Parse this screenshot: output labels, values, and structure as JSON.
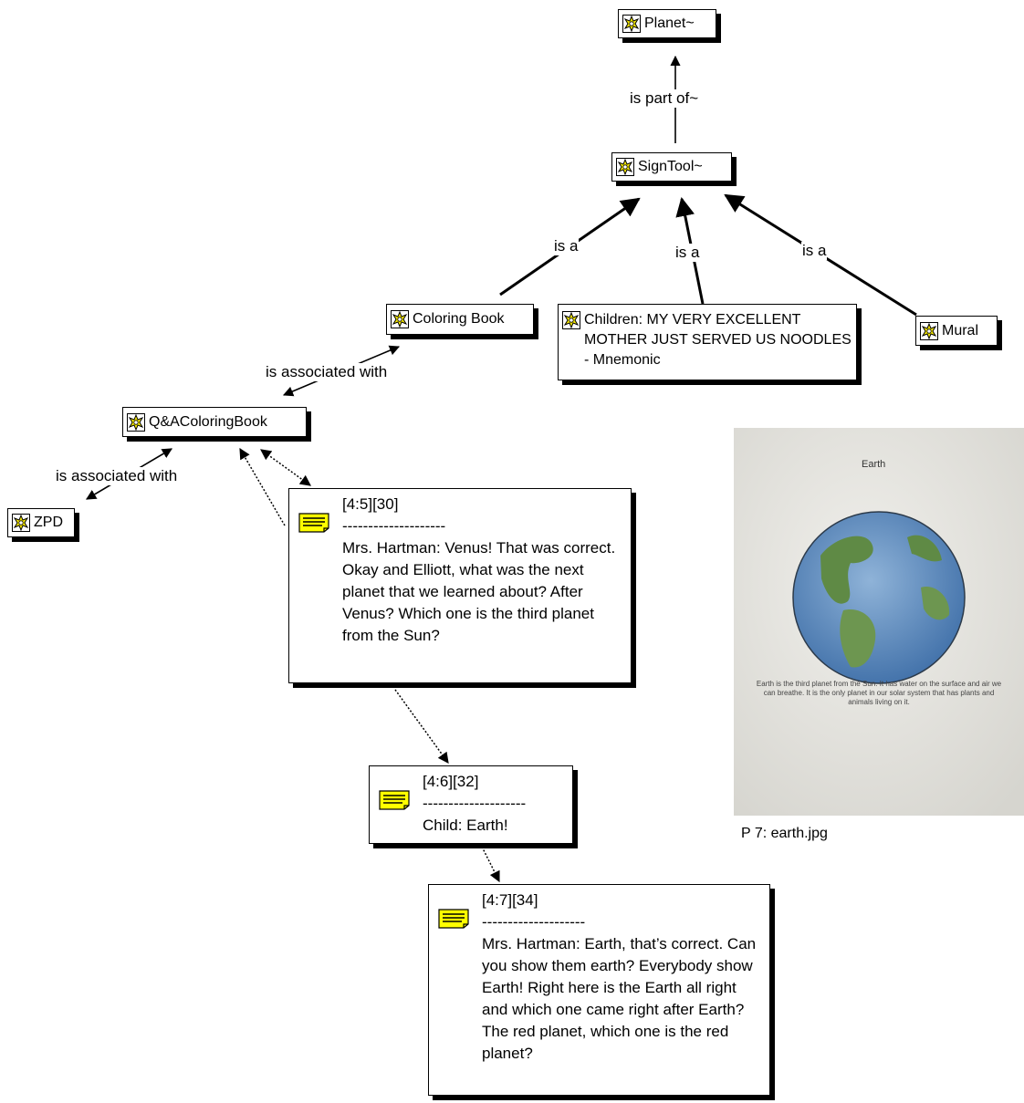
{
  "nodes": {
    "planet": "Planet~",
    "signtool": "SignTool~",
    "coloring_book": "Coloring Book",
    "children_mnemonic": "Children:  MY VERY EXCELLENT MOTHER JUST SERVED US NOODLES - Mnemonic",
    "mural": "Mural",
    "qa_coloring_book": "Q&AColoringBook",
    "zpd": "ZPD"
  },
  "link_labels": {
    "part_of": "is part of~",
    "is_a_1": "is a",
    "is_a_2": "is a",
    "is_a_3": "is a",
    "assoc_1": "is associated with",
    "assoc_2": "is associated with"
  },
  "memos": {
    "memo_1": {
      "ref": "[4:5][30]",
      "sep": "--------------------",
      "body": "Mrs. Hartman:  Venus!  That was correct.  Okay and Elliott, what was the next planet that we learned about?  After Venus?  Which one is the third planet from the Sun?"
    },
    "memo_2": {
      "ref": "[4:6][32]",
      "sep": "--------------------",
      "body": "Child:  Earth!"
    },
    "memo_3": {
      "ref": "[4:7][34]",
      "sep": "--------------------",
      "body": "Mrs. Hartman:  Earth, that’s correct.  Can you show them earth?  Everybody show Earth!  Right here is the Earth all right and which one came right after Earth?  The red planet, which one is the red planet?"
    }
  },
  "photo": {
    "caption": "P 7: earth.jpg",
    "title": "Earth",
    "text": "Earth is the third planet from the Sun. It has water on the surface and air we can breathe. It is the only planet in our solar system that has plants and animals living on it."
  },
  "colors": {
    "code_icon": "#f2e600",
    "memo_icon": "#ffff00",
    "shadow": "#000000",
    "ocean": "#4f80b8",
    "land": "#5f8a45"
  }
}
